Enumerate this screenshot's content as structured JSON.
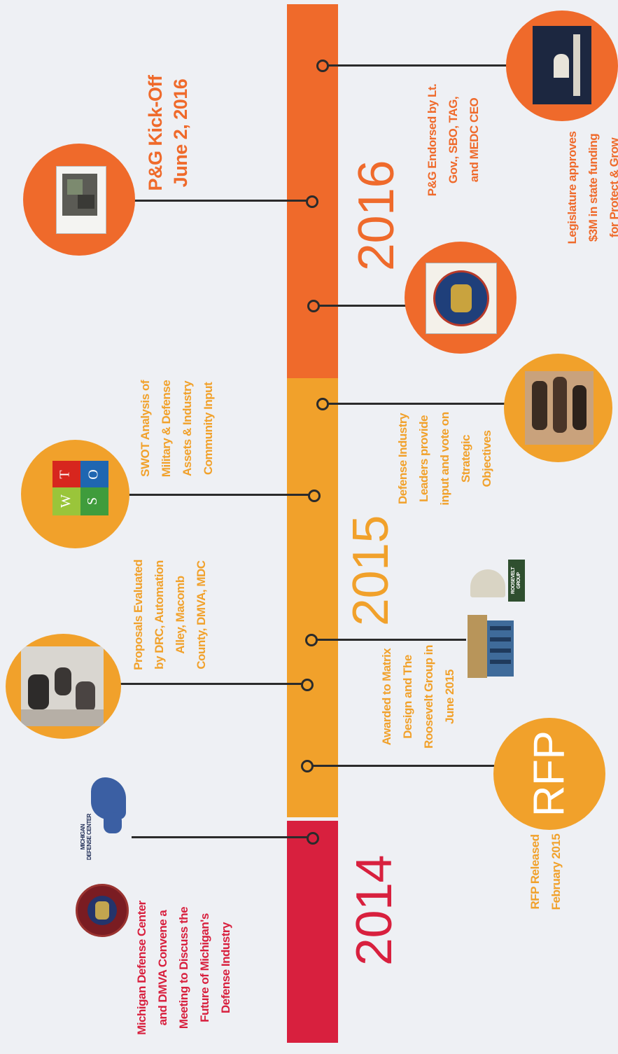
{
  "years": [
    "2014",
    "2015",
    "2016"
  ],
  "colors": {
    "y2014": "#d8203e",
    "y2015": "#f1a12b",
    "y2016": "#ef6a2b",
    "line": "#2b2b2b"
  },
  "events": {
    "mdc_meeting": [
      "Michigan Defense Center",
      "and DMVA Convene a",
      "Meeting to Discuss the",
      "Future of Michigan's",
      "Defense Industry"
    ],
    "mdc_logo": [
      "MICHIGAN",
      "DEFENSE CENTER"
    ],
    "rfp_icon": "RFP",
    "rfp_released": [
      "RFP Released",
      "February 2015"
    ],
    "proposals": [
      "Proposals Evaluated",
      "by DRC, Automation",
      "Alley, Macomb",
      "County, DMVA, MDC"
    ],
    "awarded": [
      "Awarded to Matrix",
      "Design and The",
      "Roosevelt Group in",
      "June 2015"
    ],
    "roosevelt_logo": [
      "ROOSEVELT",
      "GROUP"
    ],
    "swot_tiles": [
      "S",
      "W",
      "O",
      "T"
    ],
    "swot": [
      "SWOT Analysis of",
      "Military & Defense",
      "Assets & Industry",
      "Community Input"
    ],
    "defense_leaders": [
      "Defense Industry",
      "Leaders provide",
      "input and vote on",
      "Strategic",
      "Objectives"
    ],
    "kickoff": [
      "P&G Kick-Off",
      "June 2, 2016"
    ],
    "endorsed": [
      "P&G Endorsed by Lt.",
      "Gov., SBO, TAG,",
      "and MEDC CEO"
    ],
    "legislature": [
      "Legislature approves",
      "$3M in state funding",
      "for Protect & Grow"
    ]
  }
}
